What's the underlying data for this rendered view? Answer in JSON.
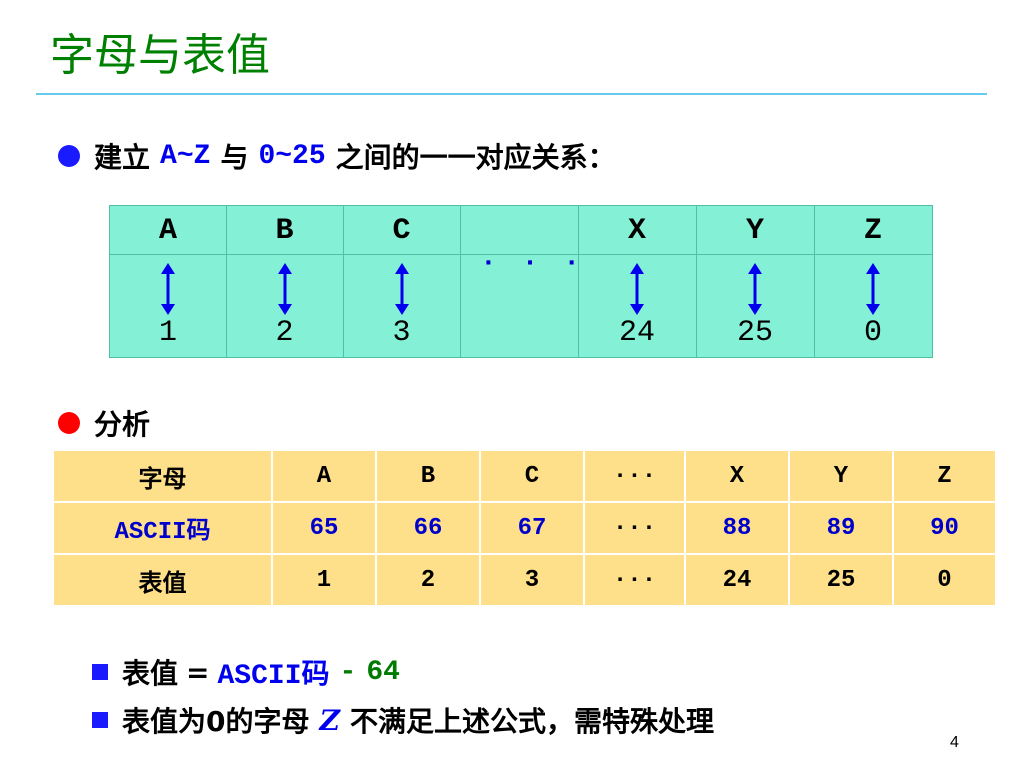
{
  "title": "字母与表值",
  "bullet1": {
    "prefix": "建立",
    "range1": "A~Z",
    "mid": "与",
    "range2": "0~25",
    "suffix": "之间的一一对应关系："
  },
  "mapping": {
    "letters": [
      "A",
      "B",
      "C",
      "X",
      "Y",
      "Z"
    ],
    "numbers": [
      "1",
      "2",
      "3",
      "24",
      "25",
      "0"
    ],
    "ellipsis": "· · ·"
  },
  "bullet2": {
    "label": "分析"
  },
  "table": {
    "rows": [
      [
        "字母",
        "A",
        "B",
        "C",
        "···",
        "X",
        "Y",
        "Z"
      ],
      [
        "ASCII码",
        "65",
        "66",
        "67",
        "···",
        "88",
        "89",
        "90"
      ],
      [
        "表值",
        "1",
        "2",
        "3",
        "···",
        "24",
        "25",
        "0"
      ]
    ]
  },
  "formula": {
    "left": "表值",
    "equals": "=",
    "ascii": "ASCII码",
    "op": "-",
    "num": "64"
  },
  "note": {
    "prefix": "表值为0的字母",
    "letter": "Z",
    "suffix": "不满足上述公式，需特殊处理"
  },
  "page_number": "4",
  "colors": {
    "title": "#008000",
    "accent_blue": "#0000ee",
    "mapping_bg": "#84f0d6",
    "table_bg": "#ffe08a",
    "bullet_red": "#ff0000"
  }
}
